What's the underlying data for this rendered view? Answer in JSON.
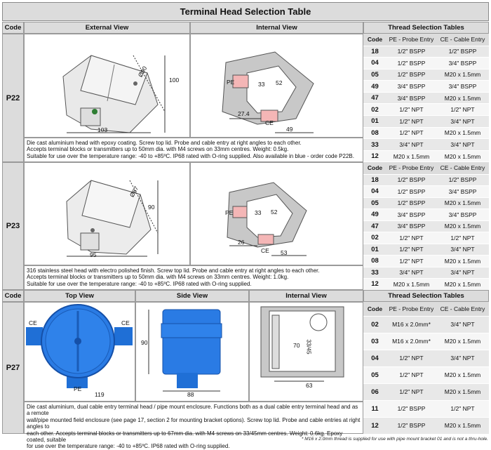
{
  "title": "Terminal Head Selection Table",
  "header": {
    "code": "Code",
    "external_view": "External View",
    "internal_view": "Internal View",
    "thread_tables": "Thread Selection Tables"
  },
  "thread_cols": {
    "code": "Code",
    "pe": "PE - Probe Entry",
    "ce": "CE - Cable Entry"
  },
  "p22": {
    "code": "P22",
    "desc": [
      "Die cast aluminium head with epoxy coating. Screw top lid. Probe and cable entry at right angles to each other.",
      "Accepts terminal blocks or transmitters up to 50mm dia. with M4 screws on 33mm centres. Weight: 0.5kg.",
      "Suitable for use over the temperature range: -40 to +85ºC. IP68 rated with O-ring supplied. Also available in blue - order code P22B."
    ],
    "ext_dims": {
      "dia": "Ø90",
      "h": "100",
      "w": "103"
    },
    "int_dims": {
      "pe": "PE",
      "a": "33",
      "b": "52",
      "c": "27.4",
      "ce": "CE",
      "d": "49"
    },
    "rows": [
      [
        "18",
        "1/2\" BSPP",
        "1/2\" BSPP"
      ],
      [
        "04",
        "1/2\" BSPP",
        "3/4\" BSPP"
      ],
      [
        "05",
        "1/2\" BSPP",
        "M20 x 1.5mm"
      ],
      [
        "49",
        "3/4\" BSPP",
        "3/4\" BSPP"
      ],
      [
        "47",
        "3/4\" BSPP",
        "M20 x 1.5mm"
      ],
      [
        "02",
        "1/2\" NPT",
        "1/2\" NPT"
      ],
      [
        "01",
        "1/2\" NPT",
        "3/4\" NPT"
      ],
      [
        "08",
        "1/2\" NPT",
        "M20 x 1.5mm"
      ],
      [
        "33",
        "3/4\" NPT",
        "3/4\" NPT"
      ],
      [
        "12",
        "M20 x 1.5mm",
        "M20 x 1.5mm"
      ]
    ]
  },
  "p23": {
    "code": "P23",
    "desc": [
      "316 stainless steel head with electro polished finish. Screw top lid. Probe and cable entry at right angles to each other.",
      "Accepts terminal blocks or transmitters up to 50mm dia. with M4 screws on 33mm centres. Weight: 1.0kg.",
      "Suitable for use over the temperature range: -40 to +85ºC. IP68 rated with O-ring supplied."
    ],
    "ext_dims": {
      "dia": "Ø87",
      "h": "90",
      "w": "95"
    },
    "int_dims": {
      "pe": "PE",
      "a": "33",
      "b": "52",
      "c": "26",
      "ce": "CE",
      "d": "53"
    },
    "rows": [
      [
        "18",
        "1/2\" BSPP",
        "1/2\" BSPP"
      ],
      [
        "04",
        "1/2\" BSPP",
        "3/4\" BSPP"
      ],
      [
        "05",
        "1/2\" BSPP",
        "M20 x 1.5mm"
      ],
      [
        "49",
        "3/4\" BSPP",
        "3/4\" BSPP"
      ],
      [
        "47",
        "3/4\" BSPP",
        "M20 x 1.5mm"
      ],
      [
        "02",
        "1/2\" NPT",
        "1/2\" NPT"
      ],
      [
        "01",
        "1/2\" NPT",
        "3/4\" NPT"
      ],
      [
        "08",
        "1/2\" NPT",
        "M20 x 1.5mm"
      ],
      [
        "33",
        "3/4\" NPT",
        "3/4\" NPT"
      ],
      [
        "12",
        "M20 x 1.5mm",
        "M20 x 1.5mm"
      ]
    ]
  },
  "p27": {
    "code": "P27",
    "headers": {
      "code": "Code",
      "top": "Top View",
      "side": "Side View",
      "internal": "Internal View",
      "thread": "Thread Selection Tables"
    },
    "top_dims": {
      "ce_l": "CE",
      "ce_r": "CE",
      "pe": "PE",
      "w": "119"
    },
    "side_dims": {
      "h": "90",
      "w": "88"
    },
    "int_dims": {
      "a": "70",
      "b": "33/45",
      "c": "63"
    },
    "desc": [
      "Die cast aluminium, dual cable entry terminal head / pipe mount enclosure. Functions both as a dual cable entry terminal head and as a remote",
      "wall/pipe mounted field enclosure (see page 17, section 2 for mounting bracket options). Screw top lid. Probe and cable entries at right angles to",
      "each other. Accepts terminal blocks or transmitters up to 67mm dia. with M4 screws on 33/45mm centres. Weight: 0.6kg. Epoxy coated, suitable",
      "for use over the temperature range: -40 to +85ºC. IP68 rated with O-ring supplied."
    ],
    "rows": [
      [
        "02",
        "M16 x 2.0mm*",
        "3/4\" NPT"
      ],
      [
        "03",
        "M16 x 2.0mm*",
        "M20 x 1.5mm"
      ],
      [
        "04",
        "1/2\" NPT",
        "3/4\" NPT"
      ],
      [
        "05",
        "1/2\" NPT",
        "M20 x 1.5mm"
      ],
      [
        "06",
        "1/2\" NPT",
        "M20 x 1.5mm"
      ],
      [
        "11",
        "1/2\" BSPP",
        "1/2\" NPT"
      ],
      [
        "12",
        "1/2\" BSPP",
        "M20 x 1.5mm"
      ]
    ]
  },
  "footnote": "* M16 x 2.0mm thread is supplied for use with pipe mount bracket 01 and is not a thru-hole.",
  "colors": {
    "header": "#dcdcdc",
    "blue": "#1f6fd6",
    "pink": "#f4b6b6",
    "hatch": "#c8c8c8"
  }
}
